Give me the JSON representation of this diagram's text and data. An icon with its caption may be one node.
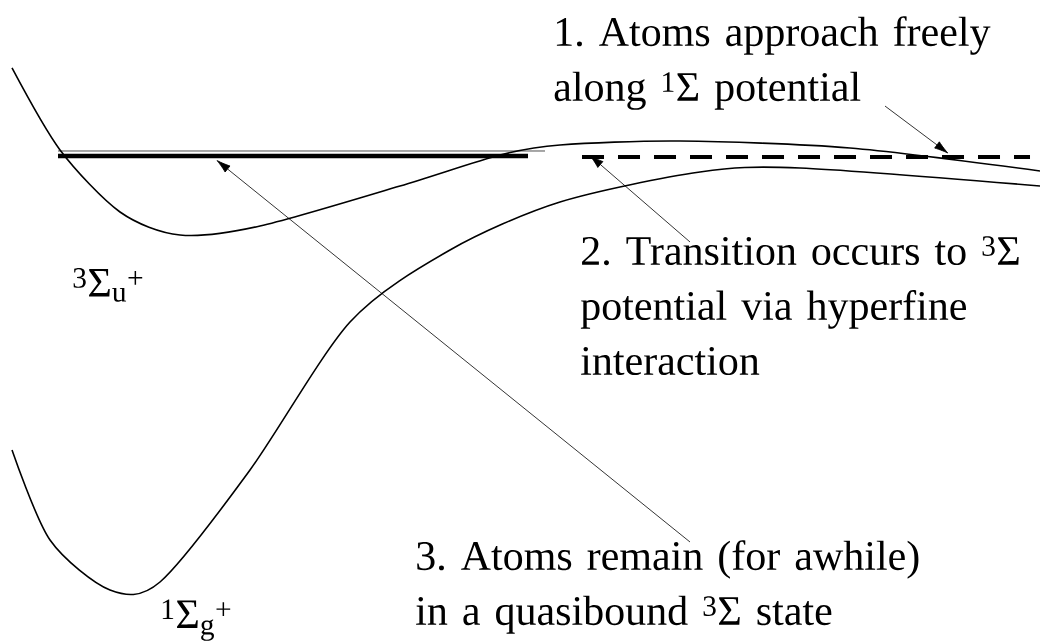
{
  "diagram": {
    "nodes": [
      {
        "text": [
          "1. Atoms approach freely along $^{1}$Σ potential"
        ]
      },
      {
        "text": [
          "2. Transition occurs to $^{3}$Σ potential via hyperfine interaction"
        ]
      },
      {
        "text": [
          "3. Atoms remain (for awhile) in a quasibound $^{3}$Σ state"
        ]
      },
      {
        "text": [],
        "shape": "line"
      },
      {
        "text": [],
        "shape": "line"
      }
    ],
    "edges": [
      {
        "from": 0,
        "to": 4,
        "arrow": "to"
      },
      {
        "from": 1,
        "to": 4,
        "arrow": "to"
      },
      {
        "from": 2,
        "to": 3,
        "arrow": "to"
      }
    ],
    "labels": [
      "$^{3}$Σ$_{u}$$^{+}$",
      "$^{1}$Σ$_{g}$$^{+}$"
    ]
  }
}
